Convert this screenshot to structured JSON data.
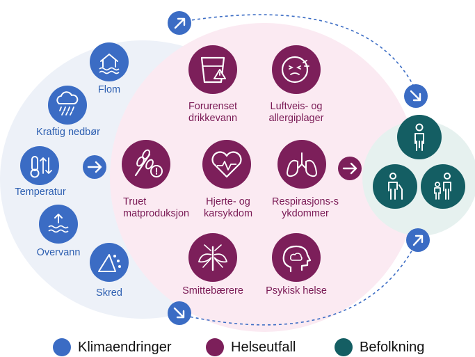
{
  "colors": {
    "climate": "#3b6cc4",
    "health": "#7c1f5a",
    "population": "#145e63",
    "climate_bg": "#edf1f8",
    "health_bg": "#fbeaf2",
    "population_bg": "#e6f1ef"
  },
  "climate": {
    "items": [
      {
        "label": "Flom",
        "icon": "flood-icon"
      },
      {
        "label": "Kraftig nedbør",
        "icon": "heavy-rain-icon"
      },
      {
        "label": "Temperatur",
        "icon": "temperature-icon"
      },
      {
        "label": "Overvann",
        "icon": "surface-water-icon"
      },
      {
        "label": "Skred",
        "icon": "landslide-icon"
      }
    ]
  },
  "health": {
    "items": [
      {
        "label": "Forurenset drikkevann",
        "icon": "contaminated-water-icon"
      },
      {
        "label": "Luftveis- og allergiplager",
        "icon": "allergy-icon"
      },
      {
        "label": "Truet matproduksjon",
        "icon": "threatened-food-icon"
      },
      {
        "label": "Hjerte- og karsykdom",
        "icon": "heart-icon"
      },
      {
        "label": "Respirasjons-sykdommer",
        "icon": "lungs-icon"
      },
      {
        "label": "Smittebærere",
        "icon": "mosquito-icon"
      },
      {
        "label": "Psykisk helse",
        "icon": "mental-health-icon"
      }
    ]
  },
  "population": {
    "icons": [
      "adult-person-icon",
      "elderly-person-icon",
      "parent-child-icon"
    ]
  },
  "legend": {
    "climate": "Klimaendringer",
    "health": "Helseutfall",
    "population": "Befolkning"
  }
}
